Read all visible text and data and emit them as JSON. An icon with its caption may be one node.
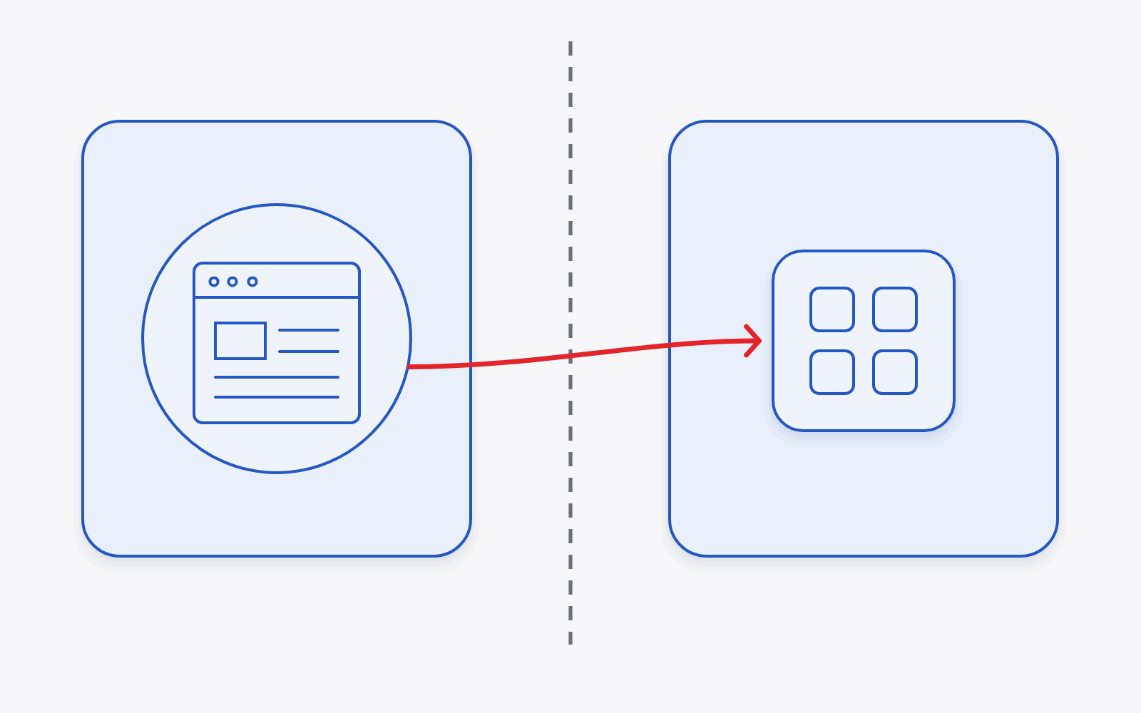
{
  "diagram": {
    "nodes": [
      {
        "text": [],
        "shape": "box"
      },
      {
        "text": [],
        "shape": "circle",
        "in": 0
      },
      {
        "text": [],
        "shape": "box"
      },
      {
        "text": [],
        "shape": "box",
        "in": 2
      }
    ],
    "edges": [
      {
        "from": 1,
        "to": 3,
        "arrow": "to",
        "color": "#e3242b"
      }
    ]
  }
}
